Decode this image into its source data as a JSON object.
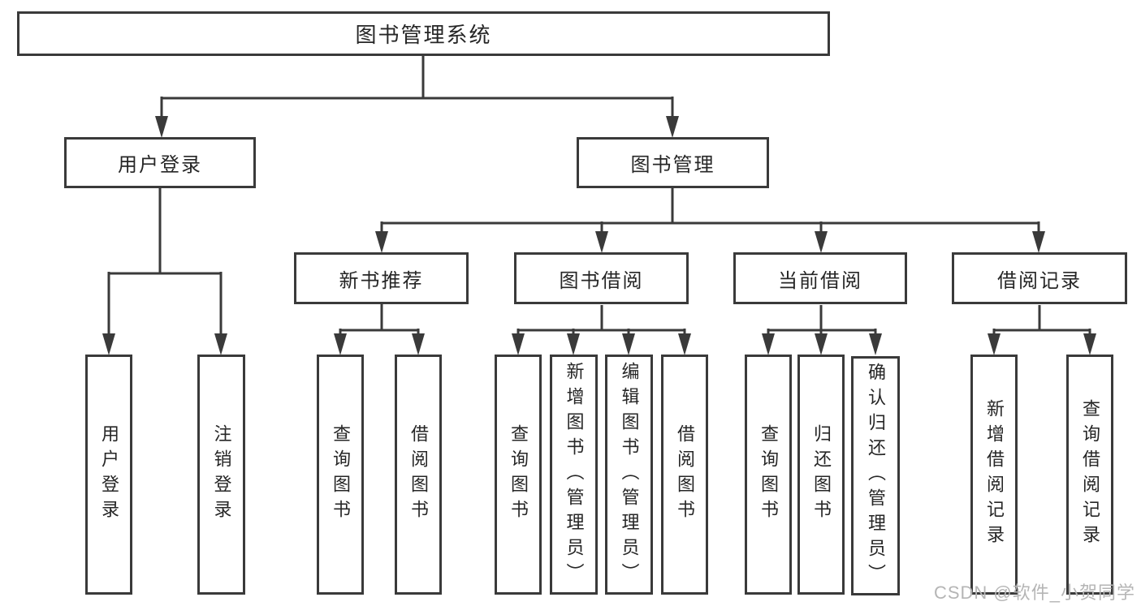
{
  "colors": {
    "line": "#3a3a3a",
    "text": "#262626",
    "watermark": "#b5b5b5",
    "background": "#ffffff"
  },
  "watermark": "CSDN @软件_小贺同学",
  "nodes": {
    "root": "图书管理系统",
    "level2": [
      "用户登录",
      "图书管理"
    ],
    "level3": [
      "新书推荐",
      "图书借阅",
      "当前借阅",
      "借阅记录"
    ],
    "leaves_user": [
      "用户登录",
      "注销登录"
    ],
    "leaves_newbook": [
      "查询图书",
      "借阅图书"
    ],
    "leaves_borrow": [
      "查询图书",
      "新增图书（管理员）",
      "编辑图书（管理员）",
      "借阅图书"
    ],
    "leaves_current": [
      "查询图书",
      "归还图书",
      "确认归还（管理员）"
    ],
    "leaves_records": [
      "新增借阅记录",
      "查询借阅记录"
    ]
  }
}
